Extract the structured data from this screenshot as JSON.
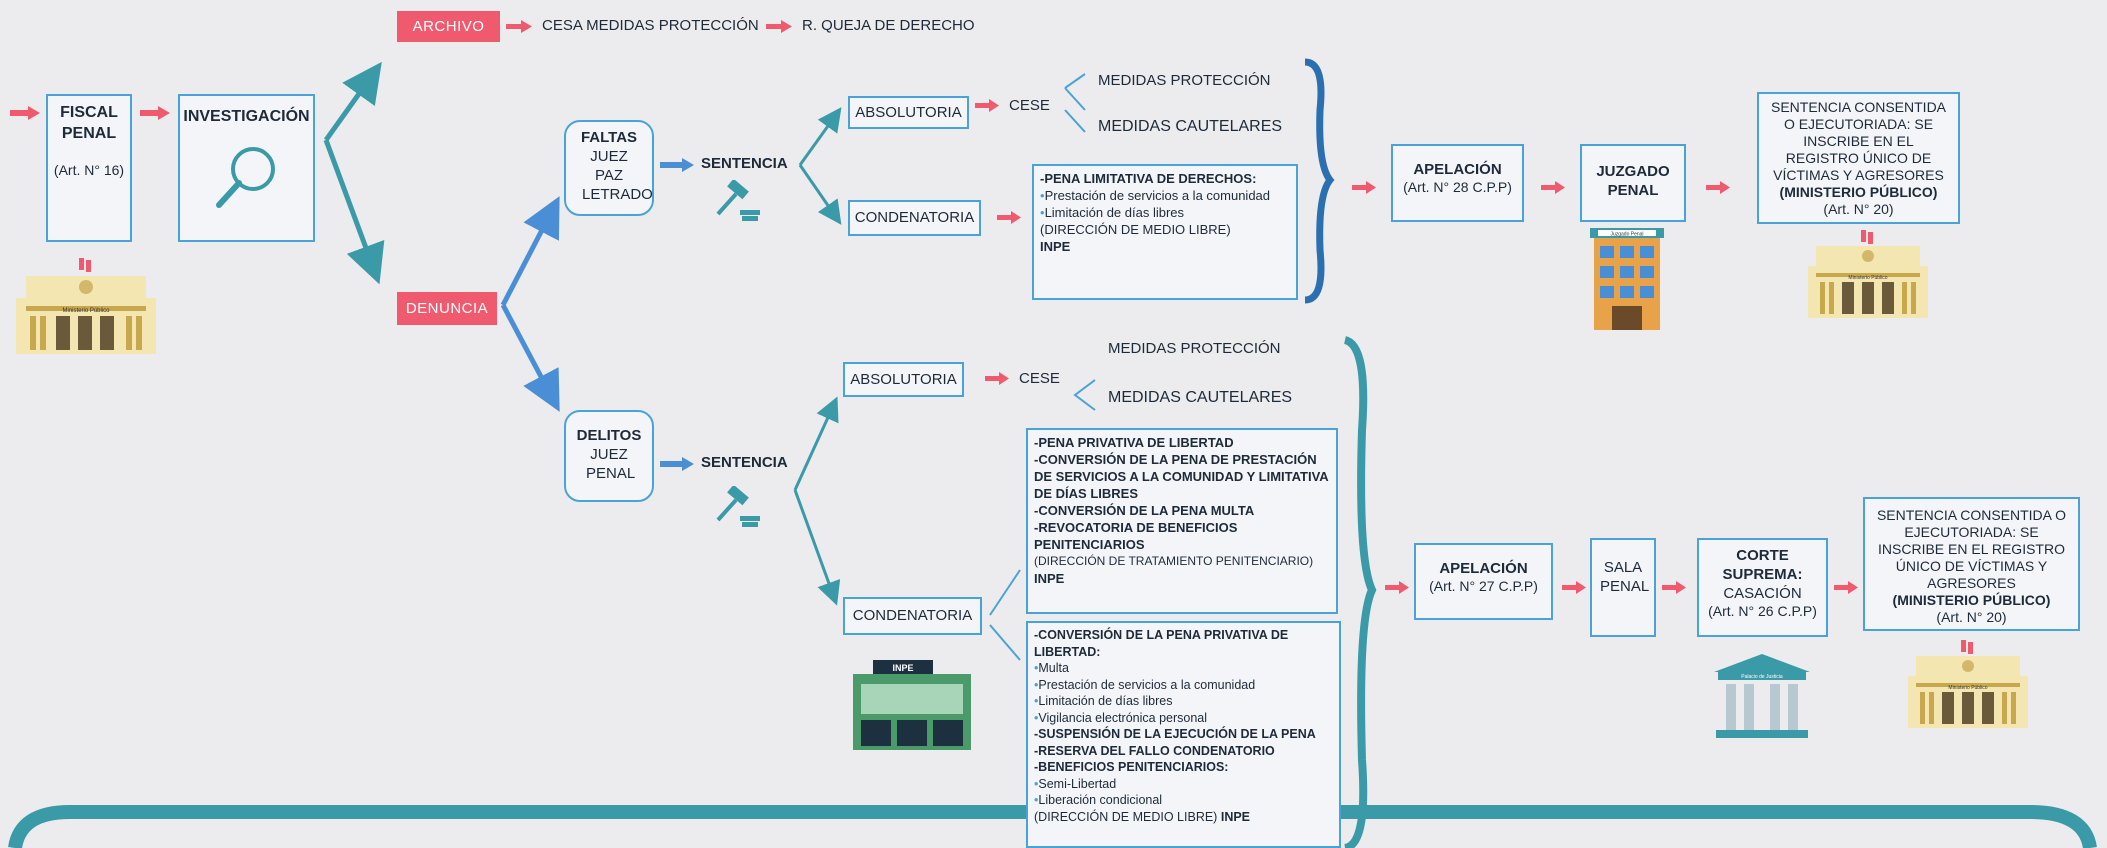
{
  "top": {
    "archivo": "ARCHIVO",
    "cesa": "CESA MEDIDAS PROTECCIÓN",
    "queja": "R. QUEJA DE DERECHO"
  },
  "fiscal": {
    "title": "FISCAL PENAL",
    "art": "(Art. N° 16)"
  },
  "investigacion": {
    "title": "INVESTIGACIÓN"
  },
  "denuncia": "DENUNCIA",
  "faltas": {
    "title": "FALTAS",
    "sub": "JUEZ PAZ LETRADO"
  },
  "delitos": {
    "title": "DELITOS",
    "sub": "JUEZ PENAL"
  },
  "sentencia": "SENTENCIA",
  "upper": {
    "absolutoria": "ABSOLUTORIA",
    "cese": "CESE",
    "medidas_proteccion": "MEDIDAS PROTECCIÓN",
    "medidas_cautelares": "MEDIDAS CAUTELARES",
    "condenatoria": "CONDENATORIA",
    "pena_title": "-PENA LIMITATIVA DE DERECHOS:",
    "pena_items": [
      "Prestación de servicios a la comunidad",
      "Limitación de días libres"
    ],
    "pena_note": "(DIRECCIÓN DE MEDIO LIBRE)",
    "pena_inpe": "INPE",
    "apelacion": "APELACIÓN",
    "apelacion_art": "(Art. N° 28 C.P.P)",
    "juzgado": "JUZGADO PENAL",
    "juzgado_sign": "Juzgado Penal",
    "final": {
      "l1": "SENTENCIA CONSENTIDA O EJECUTORIADA: SE INSCRIBE EN EL REGISTRO ÚNICO DE VÍCTIMAS Y AGRESORES",
      "bold": "(MINISTERIO PÚBLICO)",
      "art": "(Art. N° 20)"
    }
  },
  "lower": {
    "absolutoria": "ABSOLUTORIA",
    "cese": "CESE",
    "medidas_proteccion": "MEDIDAS PROTECCIÓN",
    "medidas_cautelares": "MEDIDAS CAUTELARES",
    "condenatoria": "CONDENATORIA",
    "box1": [
      "-PENA PRIVATIVA DE LIBERTAD",
      "-CONVERSIÓN DE LA PENA DE PRESTACIÓN DE SERVICIOS A LA COMUNIDAD Y LIMITATIVA DE DÍAS LIBRES",
      "-CONVERSIÓN DE LA PENA MULTA",
      "-REVOCATORIA DE BENEFICIOS PENITENCIARIOS"
    ],
    "box1_note": "(DIRECCIÓN DE TRATAMIENTO PENITENCIARIO)",
    "box1_inpe": "INPE",
    "box2_title": "-CONVERSIÓN DE LA PENA PRIVATIVA DE LIBERTAD:",
    "box2_items": [
      "Multa",
      "Prestación de servicios a la comunidad",
      "Limitación de días libres",
      "Vigilancia electrónica personal"
    ],
    "box2_b": [
      "-SUSPENSIÓN DE LA EJECUCIÓN DE LA PENA",
      "-RESERVA DEL FALLO CONDENATORIO",
      "-BENEFICIOS PENITENCIARIOS:"
    ],
    "box2_items2": [
      "Semi-Libertad",
      "Liberación condicional"
    ],
    "box2_note": "(DIRECCIÓN DE MEDIO LIBRE)",
    "box2_inpe": "INPE",
    "apelacion": "APELACIÓN",
    "apelacion_art": "(Art. N° 27 C.P.P)",
    "sala": "SALA PENAL",
    "corte": "CORTE SUPREMA:",
    "casacion": "CASACIÓN",
    "corte_art": "(Art. N° 26 C.P.P)",
    "final": {
      "l1": "SENTENCIA CONSENTIDA O EJECUTORIADA: SE INSCRIBE EN EL REGISTRO ÚNICO DE VÍCTIMAS Y AGRESORES",
      "bold": "(MINISTERIO PÚBLICO)",
      "art": "(Art. N° 20)"
    }
  },
  "icons": {
    "inpe_sign": "INPE",
    "ministerio_sign": "Ministerio Público",
    "palacio_sign": "Palacio de Justicia"
  },
  "colors": {
    "accent": "#4aa3d6",
    "tag": "#f05a6e",
    "teal": "#3a9aa8",
    "arrow": "#f05a6e"
  }
}
